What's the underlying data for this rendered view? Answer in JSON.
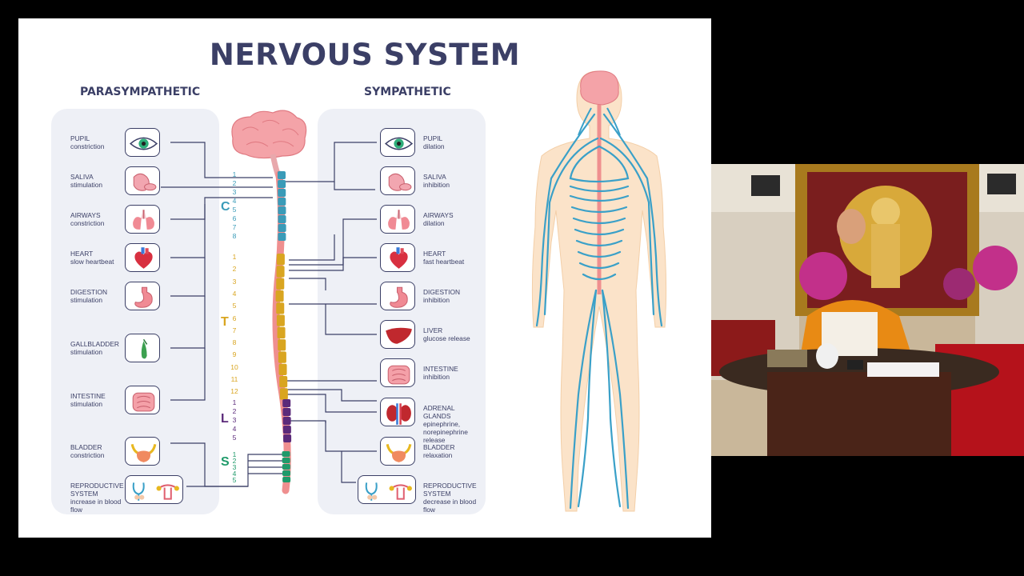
{
  "slide": {
    "title": "NERVOUS SYSTEM",
    "parasympathetic": {
      "heading": "PARASYMPATHETIC",
      "items": [
        {
          "name": "PUPIL",
          "desc": "constriction",
          "icon": "eye-icon"
        },
        {
          "name": "SALIVA",
          "desc": "stimulation",
          "icon": "salivary-gland-icon"
        },
        {
          "name": "AIRWAYS",
          "desc": "constriction",
          "icon": "lungs-icon"
        },
        {
          "name": "HEART",
          "desc": "slow heartbeat",
          "icon": "heart-icon"
        },
        {
          "name": "DIGESTION",
          "desc": "stimulation",
          "icon": "stomach-icon"
        },
        {
          "name": "GALLBLADDER",
          "desc": "stimulation",
          "icon": "gallbladder-icon"
        },
        {
          "name": "INTESTINE",
          "desc": "stimulation",
          "icon": "intestine-icon"
        },
        {
          "name": "BLADDER",
          "desc": "constriction",
          "icon": "bladder-icon"
        },
        {
          "name": "REPRODUCTIVE SYSTEM",
          "desc": "increase in blood flow",
          "icon": "reproductive-icon"
        }
      ]
    },
    "sympathetic": {
      "heading": "SYMPATHETIC",
      "items": [
        {
          "name": "PUPIL",
          "desc": "dilation",
          "icon": "eye-icon"
        },
        {
          "name": "SALIVA",
          "desc": "inhibition",
          "icon": "salivary-gland-icon"
        },
        {
          "name": "AIRWAYS",
          "desc": "dilation",
          "icon": "lungs-icon"
        },
        {
          "name": "HEART",
          "desc": "fast heartbeat",
          "icon": "heart-icon"
        },
        {
          "name": "DIGESTION",
          "desc": "inhibition",
          "icon": "stomach-icon"
        },
        {
          "name": "LIVER",
          "desc": "glucose release",
          "icon": "liver-icon"
        },
        {
          "name": "INTESTINE",
          "desc": "inhibition",
          "icon": "intestine-icon"
        },
        {
          "name": "ADRENAL GLANDS",
          "desc": "epinephrine, norepinephrine release",
          "icon": "kidney-icon"
        },
        {
          "name": "BLADDER",
          "desc": "relaxation",
          "icon": "bladder-icon"
        },
        {
          "name": "REPRODUCTIVE SYSTEM",
          "desc": "decrease in blood flow",
          "icon": "reproductive-icon"
        }
      ]
    },
    "spine": {
      "cervical": {
        "letter": "C",
        "numbers": [
          "1",
          "2",
          "3",
          "4",
          "5",
          "6",
          "7",
          "8"
        ],
        "color": "#3a9bb8"
      },
      "thoracic": {
        "letter": "T",
        "numbers": [
          "1",
          "2",
          "3",
          "4",
          "5",
          "6",
          "7",
          "8",
          "9",
          "10",
          "11",
          "12"
        ],
        "color": "#d9a520"
      },
      "lumbar": {
        "letter": "L",
        "numbers": [
          "1",
          "2",
          "3",
          "4",
          "5"
        ],
        "color": "#5b2a7a"
      },
      "sacral": {
        "letter": "S",
        "numbers": [
          "1",
          "2",
          "3",
          "4",
          "5"
        ],
        "color": "#1f9a6a"
      }
    },
    "colors": {
      "ink": "#3b3f66",
      "panel": "#eef0f6",
      "spine": "#ef8f8f",
      "nerve": "#3aa0c8",
      "skin": "#fbe3c9",
      "brain": "#f4a3a8"
    }
  },
  "video": {
    "description_icon": "presenter-video-icon"
  }
}
